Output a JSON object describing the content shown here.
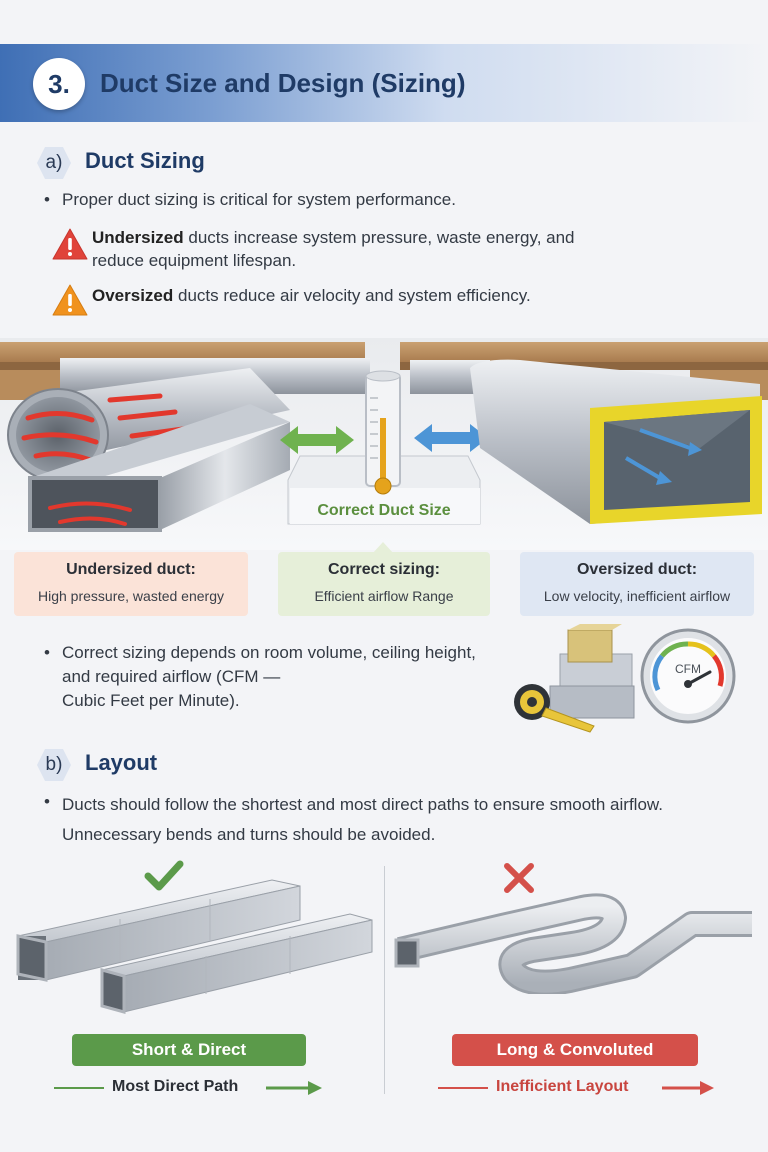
{
  "section": {
    "number": "3.",
    "title": "Duct Size and Design (Sizing)"
  },
  "sizing": {
    "marker": "a)",
    "title": "Duct Sizing",
    "intro": "Proper duct sizing is critical for system performance.",
    "undersized_bold": "Undersized",
    "undersized_line1": " ducts increase system pressure, waste energy, and",
    "undersized_line2": "reduce equipment lifespan.",
    "oversized_bold": "Oversized",
    "oversized_rest": " ducts reduce air velocity and system efficiency.",
    "gauge_label": "Correct Duct Size",
    "labels": [
      {
        "title": "Undersized duct:",
        "sub": "High pressure, wasted energy",
        "bg": "#fbe3d8"
      },
      {
        "title": "Correct sizing:",
        "sub": "Efficient airflow Range",
        "bg": "#e6efd9"
      },
      {
        "title": "Oversized duct:",
        "sub": "Low velocity, inefficient airflow",
        "bg": "#dfe7f3"
      }
    ],
    "depends_line1": "Correct sizing depends on room volume, ceiling height,",
    "depends_line2": "and required airflow (CFM —",
    "depends_line3": "Cubic Feet per Minute).",
    "cfm_label": "CFM"
  },
  "layout": {
    "marker": "b)",
    "title": "Layout",
    "line1": "Ducts should follow the shortest and most direct paths to ensure smooth airflow.",
    "line2": "Unnecessary bends and turns should be avoided.",
    "good": {
      "pill": "Short & Direct",
      "path": "Most Direct Path",
      "color": "#5b9a4a"
    },
    "bad": {
      "pill": "Long & Convoluted",
      "path": "Inefficient Layout",
      "color": "#d4504a"
    }
  },
  "colors": {
    "heading": "#1f3b66",
    "warn_red": "#e0433a",
    "warn_orange": "#f0921e",
    "arrow_green": "#6fb24f",
    "arrow_blue": "#4d95d6"
  }
}
